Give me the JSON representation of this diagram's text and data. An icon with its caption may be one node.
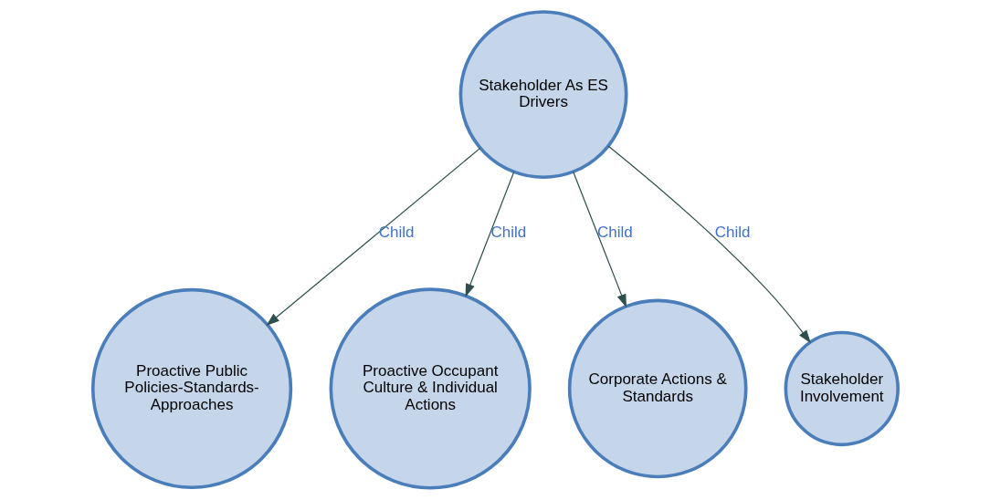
{
  "diagram": {
    "nodes": [
      {
        "text": [
          "Stakeholder As ES Drivers"
        ]
      },
      {
        "text": [
          "Proactive Public Policies-Standards-Approaches"
        ]
      },
      {
        "text": [
          "Proactive Occupant Culture & Individual Actions"
        ]
      },
      {
        "text": [
          "Corporate Actions & Standards"
        ]
      },
      {
        "text": [
          "Stakeholder Involvement"
        ]
      }
    ],
    "edges": [
      {
        "from": 0,
        "to": 1,
        "arrow": "to",
        "label": "Child"
      },
      {
        "from": 0,
        "to": 2,
        "arrow": "to",
        "label": "Child"
      },
      {
        "from": 0,
        "to": 3,
        "arrow": "to",
        "label": "Child"
      },
      {
        "from": 0,
        "to": 4,
        "arrow": "to",
        "label": "Child"
      }
    ]
  }
}
